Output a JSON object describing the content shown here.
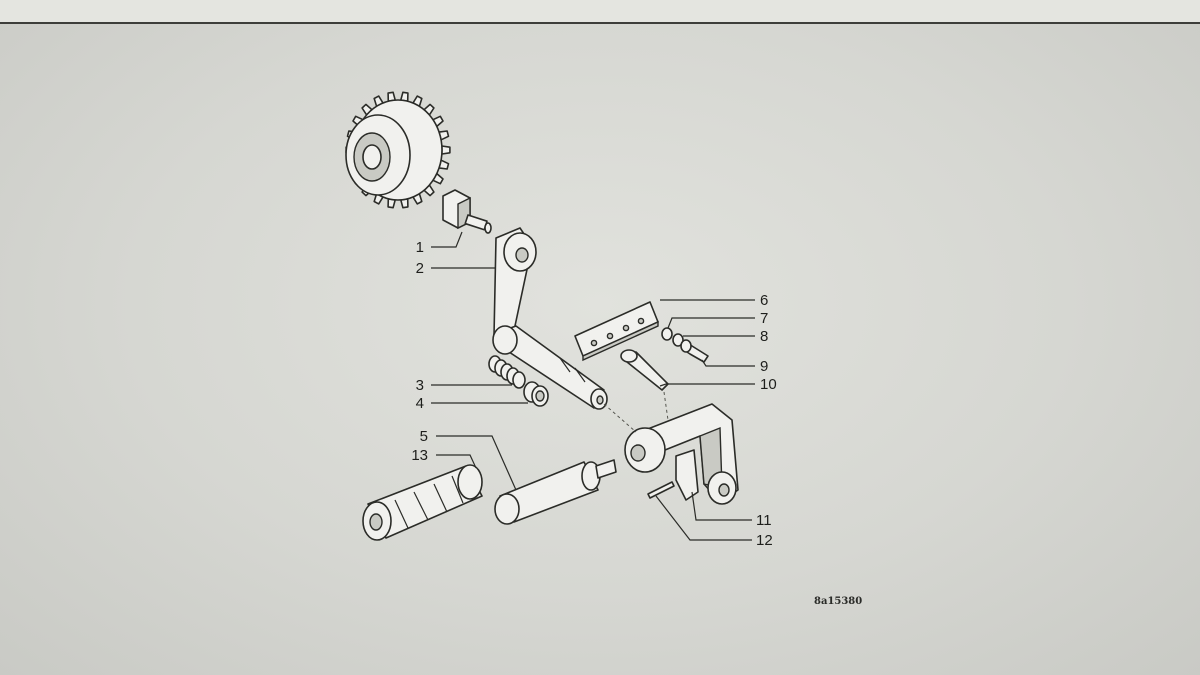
{
  "callouts": {
    "c1": "1",
    "c2": "2",
    "c3": "3",
    "c4": "4",
    "c5": "5",
    "c6": "6",
    "c7": "7",
    "c8": "8",
    "c9": "9",
    "c10": "10",
    "c11": "11",
    "c12": "12",
    "c13": "13"
  },
  "reference_code": "8a15380",
  "colors": {
    "background": "#d7d8d3",
    "line": "#2b2c28",
    "part_fill": "#f1f1ee"
  }
}
